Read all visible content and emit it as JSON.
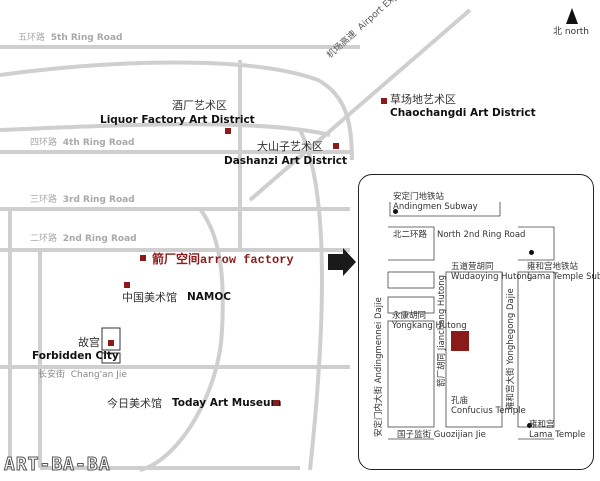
{
  "compass": {
    "label": "北 north",
    "icon": "north-arrow-icon"
  },
  "ring_roads": [
    {
      "cn": "五环路",
      "en": "5th Ring Road"
    },
    {
      "cn": "四环路",
      "en": "4th Ring Road"
    },
    {
      "cn": "三环路",
      "en": "3rd Ring Road"
    },
    {
      "cn": "二环路",
      "en": "2nd Ring Road"
    }
  ],
  "expressway": {
    "cn": "机场高速",
    "en": "Airport Expressway"
  },
  "places": {
    "liquor": {
      "cn": "酒厂艺术区",
      "en": "Liquor Factory Art District"
    },
    "caochangdi": {
      "cn": "草场地艺术区",
      "en": "Chaochangdi Art District"
    },
    "dashanzi": {
      "cn": "大山子艺术区",
      "en": "Dashanzi Art District"
    },
    "arrow": {
      "cn": "箭厂空间",
      "en": "arrow factory"
    },
    "namoc": {
      "cn": "中国美术馆",
      "en": "NAMOC"
    },
    "forbidden": {
      "cn": "故宫",
      "en": "Forbidden City"
    },
    "changan": {
      "cn": "长安街",
      "en": "Chang'an Jie"
    },
    "today": {
      "cn": "今日美术馆",
      "en": "Today Art Museum"
    }
  },
  "inset": {
    "andingmen_subway": {
      "cn": "安定门地铁站",
      "en": "Andingmen Subway"
    },
    "north2nd": {
      "cn": "北二环路",
      "en": "North 2nd Ring Road"
    },
    "wudaoying": {
      "cn": "五道营胡同",
      "en": "Wudaoying Hutong"
    },
    "lama_subway": {
      "cn": "雍和宫地铁站",
      "en": "Lama Temple Subway"
    },
    "yongkang": {
      "cn": "永康胡同",
      "en": "Yongkang Hutong"
    },
    "jianchang": {
      "cn": "箭厂胡同",
      "en": "Jianchang Hutong"
    },
    "andingmennei": {
      "cn": "安定门内大街",
      "en": "Andingmennei Dajie"
    },
    "yonghegong": {
      "cn": "雍和宫大街",
      "en": "Yonghegong Dajie"
    },
    "confucius": {
      "cn": "孔庙",
      "en": "Confucius Temple"
    },
    "lama_temple": {
      "cn": "雍和宫",
      "en": "Lama Temple"
    },
    "guozijian": {
      "cn": "国子监街",
      "en": "Guozijian Jie"
    }
  },
  "watermark": "ART-BA-BA",
  "colors": {
    "road": "#cfcfcf",
    "marker": "#8b1a1a",
    "arrow_label": "#8b1a1a",
    "inset_border": "#222222"
  }
}
